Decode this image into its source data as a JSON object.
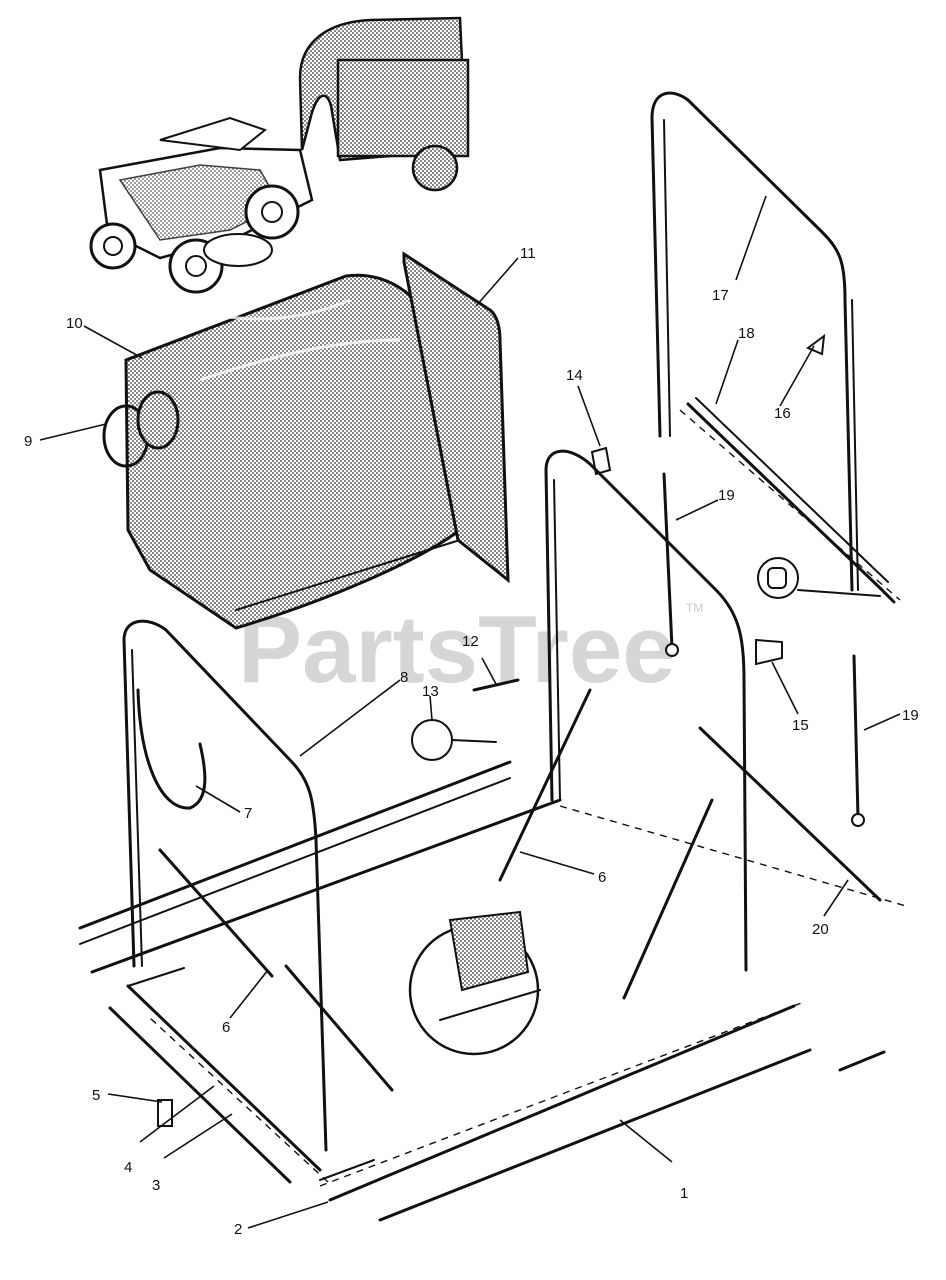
{
  "watermark": {
    "text": "PartsTree",
    "trademark": "TM"
  },
  "callouts": {
    "c1": "1",
    "c2": "2",
    "c3": "3",
    "c4": "4",
    "c5": "5",
    "c6a": "6",
    "c6b": "6",
    "c7": "7",
    "c8": "8",
    "c9": "9",
    "c10": "10",
    "c11": "11",
    "c12": "12",
    "c13": "13",
    "c14": "14",
    "c15": "15",
    "c16": "16",
    "c17": "17",
    "c18": "18",
    "c19a": "19",
    "c19b": "19",
    "c20": "20"
  },
  "colors": {
    "ink": "#111111",
    "mesh": "#7a7a7a",
    "watermark": "#c9c9c9",
    "background": "#ffffff"
  }
}
